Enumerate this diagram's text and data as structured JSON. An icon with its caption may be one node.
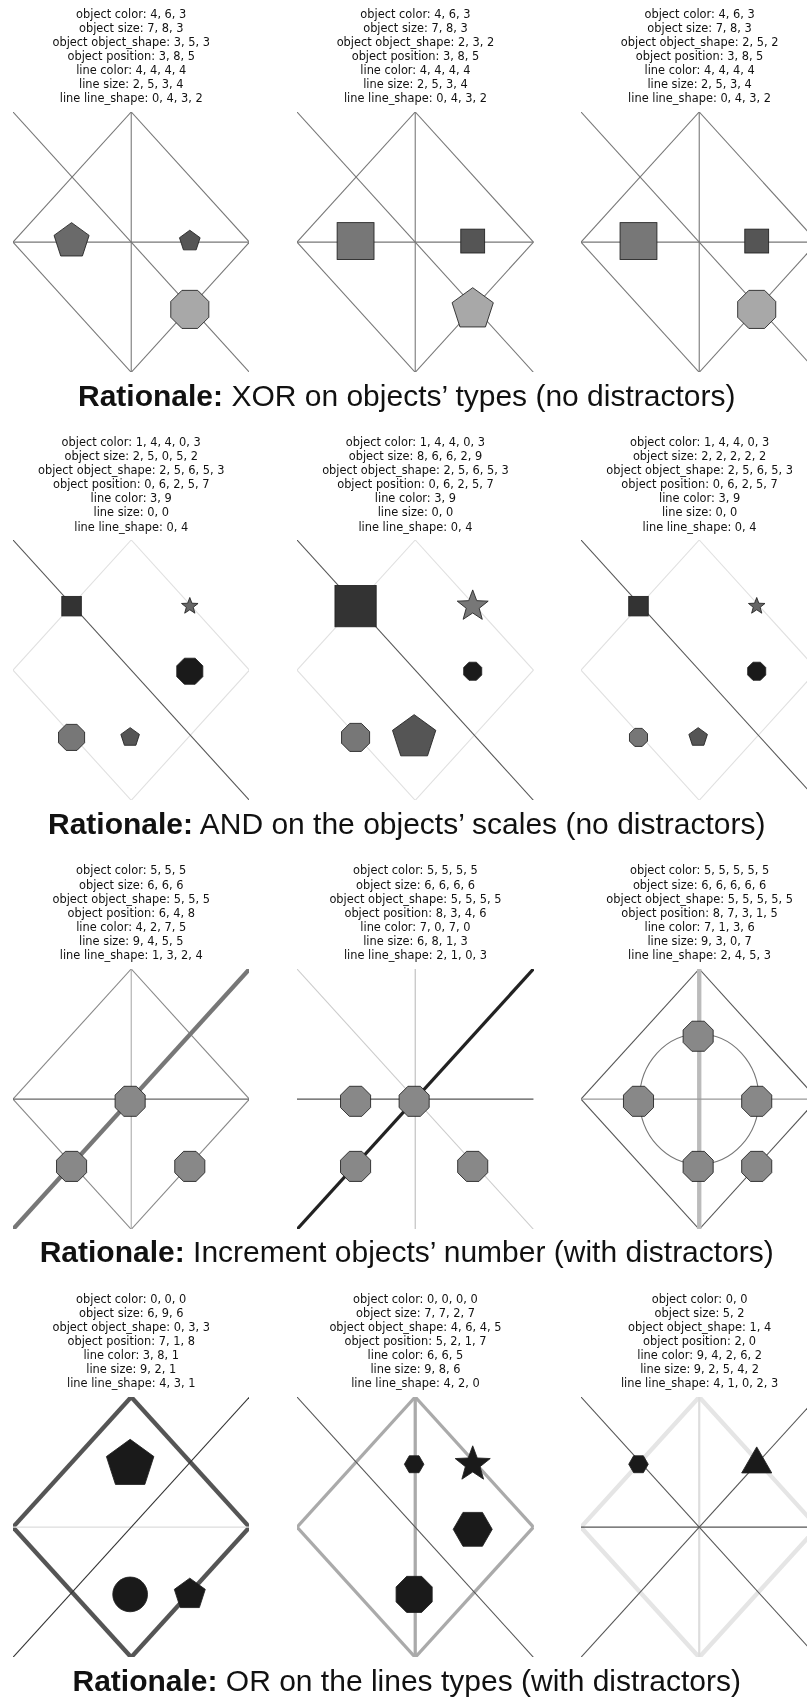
{
  "diagram": {
    "labels": [
      "object color: 4, 6, 3",
      "object size: 7, 8, 3",
      "object object_shape: 3, 5, 3",
      "object position: 3, 8, 5",
      "line color: 4, 4, 4, 4",
      "line size: 2, 5, 3, 4",
      "line line_shape: 0, 4, 3, 2",
      "object color: 4, 6, 3",
      "object size: 7, 8, 3",
      "object object_shape: 2, 3, 2",
      "object position: 3, 8, 5",
      "line color: 4, 4, 4, 4",
      "line size: 2, 5, 3, 4",
      "line line_shape: 0, 4, 3, 2",
      "object color: 4, 6, 3",
      "object size: 7, 8, 3",
      "object object_shape: 2, 5, 2",
      "object position: 3, 8, 5",
      "line color: 4, 4, 4, 4",
      "line size: 2, 5, 3, 4",
      "line line_shape: 0, 4, 3, 2",
      "**Rationale:** XOR on objects’ types (no distractors)",
      "object color: 1, 4, 4, 0, 3",
      "object size: 2, 5, 0, 5, 2",
      "object object_shape: 2, 5, 6, 5, 3",
      "object position: 0, 6, 2, 5, 7",
      "line color: 3, 9",
      "line size: 0, 0",
      "line line_shape: 0, 4",
      "object color: 1, 4, 4, 0, 3",
      "object size: 8, 6, 6, 2, 9",
      "object object_shape: 2, 5, 6, 5, 3",
      "object position: 0, 6, 2, 5, 7",
      "line color: 3, 9",
      "line size: 0, 0",
      "line line_shape: 0, 4",
      "object color: 1, 4, 4, 0, 3",
      "object size: 2, 2, 2, 2, 2",
      "object object_shape: 2, 5, 6, 5, 3",
      "object position: 0, 6, 2, 5, 7",
      "line color: 3, 9",
      "line size: 0, 0",
      "line line_shape: 0, 4",
      "**Rationale:** AND on the objects’ scales (no distractors)",
      "object color: 5, 5, 5",
      "object size: 6, 6, 6",
      "object object_shape: 5, 5, 5",
      "object position: 6, 4, 8",
      "line color: 4, 2, 7, 5",
      "line size: 9, 4, 5, 5",
      "line line_shape: 1, 3, 2, 4",
      "object color: 5, 5, 5, 5",
      "object size: 6, 6, 6, 6",
      "object object_shape: 5, 5, 5, 5",
      "object position: 8, 3, 4, 6",
      "line color: 7, 0, 7, 0",
      "line size: 6, 8, 1, 3",
      "line line_shape: 2, 1, 0, 3",
      "object color: 5, 5, 5, 5, 5",
      "object size: 6, 6, 6, 6, 6",
      "object object_shape: 5, 5, 5, 5, 5",
      "object position: 8, 7, 3, 1, 5",
      "line color: 7, 1, 3, 6",
      "line size: 9, 3, 0, 7",
      "line line_shape: 2, 4, 5, 3",
      "**Rationale:** Increment objects’ number (with distractors)",
      "object color: 0, 0, 0",
      "object size: 6, 9, 6",
      "object object_shape: 0, 3, 3",
      "object position: 7, 1, 8",
      "line color: 3, 8, 1",
      "line size: 9, 2, 1",
      "line line_shape: 4, 3, 1",
      "object color: 0, 0, 0, 0",
      "object size: 7, 7, 2, 7",
      "object object_shape: 4, 6, 4, 5",
      "object position: 5, 2, 1, 7",
      "line color: 6, 6, 5",
      "line size: 9, 8, 6",
      "line line_shape: 4, 2, 0",
      "object color: 0, 0",
      "object size: 5, 2",
      "object object_shape: 1, 4",
      "object position: 2, 0",
      "line color: 9, 4, 2, 6, 2",
      "line size: 9, 2, 5, 4, 2",
      "line line_shape: 4, 1, 0, 2, 3",
      "**Rationale:** OR on the lines types (with distractors)"
    ]
  }
}
